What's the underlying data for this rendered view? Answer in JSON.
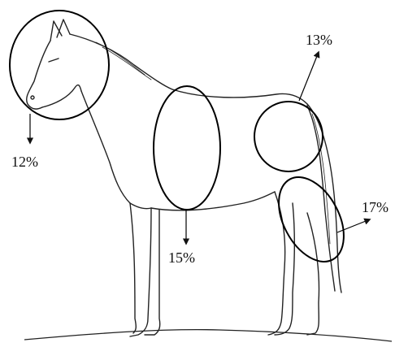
{
  "diagram": {
    "subject": "horse-side-view-line-drawing",
    "colors": {
      "ink": "#111111",
      "background": "#ffffff"
    },
    "regions": [
      {
        "id": "head",
        "label": "12%"
      },
      {
        "id": "rump",
        "label": "13%"
      },
      {
        "id": "belly",
        "label": "15%"
      },
      {
        "id": "hind-leg",
        "label": "17%"
      }
    ]
  }
}
